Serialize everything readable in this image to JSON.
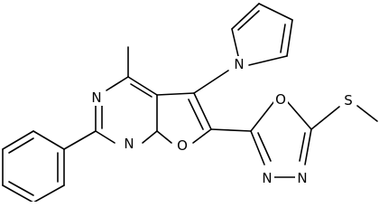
{
  "colors": {
    "background": "#ffffff",
    "ink": "#000000"
  },
  "atoms": {
    "n_pyrimidine_top": "N",
    "n_pyrimidine_bottom": "N",
    "o_furan": "O",
    "n_pyrrole": "N",
    "o_oxadiazole": "O",
    "s_methylthio": "S",
    "n_oxadiazole_left": "N",
    "n_oxadiazole_right": "N"
  }
}
